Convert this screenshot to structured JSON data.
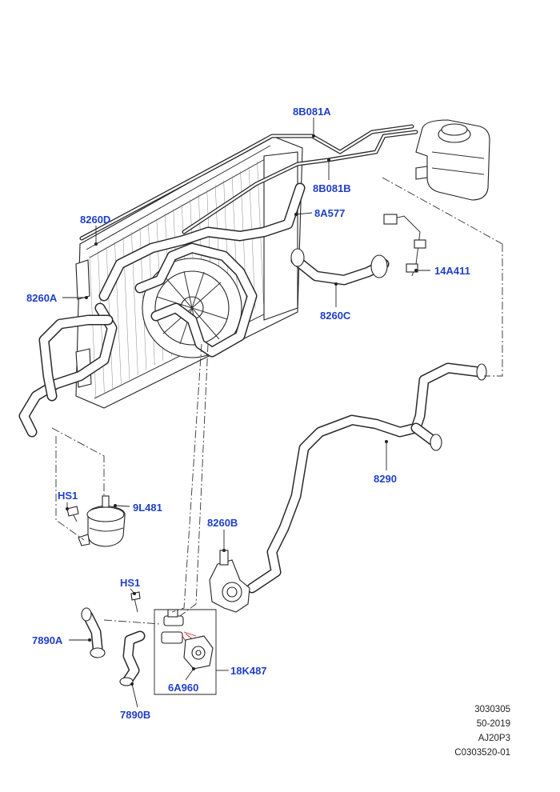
{
  "callouts": {
    "c_8b081a": "8B081A",
    "c_8b081b": "8B081B",
    "c_8a577": "8A577",
    "c_8260d": "8260D",
    "c_14a411": "14A411",
    "c_8260a": "8260A",
    "c_8260c": "8260C",
    "c_8290": "8290",
    "c_hs1_top": "HS1",
    "c_9l481": "9L481",
    "c_8260b": "8260B",
    "c_hs1_bottom": "HS1",
    "c_7890a": "7890A",
    "c_18k487": "18K487",
    "c_6a960": "6A960",
    "c_7890b": "7890B"
  },
  "meta": {
    "line1": "3030305",
    "line2": "50-2019",
    "line3": "AJ20P3",
    "line4": "C0303520-01"
  },
  "colors": {
    "callout": "#1f3fc8",
    "line": "#2a2a2a"
  }
}
